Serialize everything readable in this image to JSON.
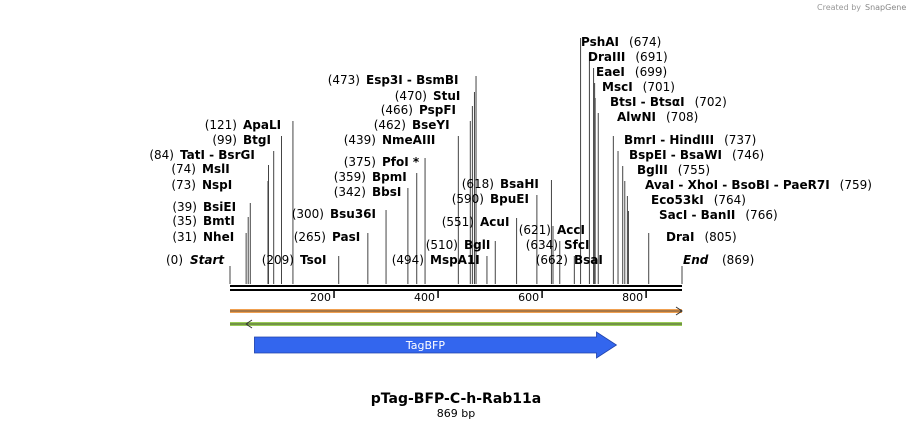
{
  "credit": {
    "text": "Created by",
    "brand": "SnapGene"
  },
  "plasmid": {
    "name": "pTag-BFP-C-h-Rab11a",
    "size": "869 bp",
    "length": 869
  },
  "ends": [
    {
      "pos": 0,
      "label": "Start",
      "pos_label": "(0)"
    },
    {
      "pos": 869,
      "label": "End",
      "pos_label": "(869)"
    }
  ],
  "ruler": {
    "ticks": [
      200,
      400,
      600,
      800
    ],
    "tick_labels": [
      "200",
      "400",
      "600",
      "800"
    ]
  },
  "features": [
    {
      "name": "TagBFP",
      "start": 47,
      "end": 743,
      "direction": "forward",
      "color": "#3366ee"
    }
  ],
  "primer_bars": [
    {
      "direction": "forward",
      "color": "#f0a050"
    },
    {
      "direction": "reverse",
      "color": "#99cc55"
    }
  ],
  "sites": [
    {
      "name": "NheI",
      "pos": 31,
      "pos_label": "(31)"
    },
    {
      "name": "BmtI",
      "pos": 35,
      "pos_label": "(35)"
    },
    {
      "name": "BsiEI",
      "pos": 39,
      "pos_label": "(39)"
    },
    {
      "name": "NspI",
      "pos": 73,
      "pos_label": "(73)"
    },
    {
      "name": "MslI",
      "pos": 74,
      "pos_label": "(74)"
    },
    {
      "name": "TatI - BsrGI",
      "pos": 84,
      "pos_label": "(84)"
    },
    {
      "name": "BtgI",
      "pos": 99,
      "pos_label": "(99)"
    },
    {
      "name": "ApaLI",
      "pos": 121,
      "pos_label": "(121)"
    },
    {
      "name": "TsoI",
      "pos": 209,
      "pos_label": "(209)"
    },
    {
      "name": "PasI",
      "pos": 265,
      "pos_label": "(265)"
    },
    {
      "name": "Bsu36I",
      "pos": 300,
      "pos_label": "(300)"
    },
    {
      "name": "BbsI",
      "pos": 342,
      "pos_label": "(342)"
    },
    {
      "name": "BpmI",
      "pos": 359,
      "pos_label": "(359)"
    },
    {
      "name": "PfoI *",
      "pos": 375,
      "pos_label": "(375)"
    },
    {
      "name": "NmeAIII",
      "pos": 439,
      "pos_label": "(439)"
    },
    {
      "name": "BseYI",
      "pos": 462,
      "pos_label": "(462)"
    },
    {
      "name": "PspFI",
      "pos": 466,
      "pos_label": "(466)"
    },
    {
      "name": "StuI",
      "pos": 470,
      "pos_label": "(470)"
    },
    {
      "name": "Esp3I - BsmBI",
      "pos": 473,
      "pos_label": "(473)"
    },
    {
      "name": "MspA1I",
      "pos": 494,
      "pos_label": "(494)"
    },
    {
      "name": "BglI",
      "pos": 510,
      "pos_label": "(510)"
    },
    {
      "name": "AcuI",
      "pos": 551,
      "pos_label": "(551)"
    },
    {
      "name": "BpuEI",
      "pos": 590,
      "pos_label": "(590)"
    },
    {
      "name": "BsaHI",
      "pos": 618,
      "pos_label": "(618)"
    },
    {
      "name": "AccI",
      "pos": 621,
      "pos_label": "(621)"
    },
    {
      "name": "SfcI",
      "pos": 634,
      "pos_label": "(634)"
    },
    {
      "name": "BsaI",
      "pos": 662,
      "pos_label": "(662)"
    },
    {
      "name": "PshAI",
      "pos": 674,
      "pos_label": "(674)"
    },
    {
      "name": "DraIII",
      "pos": 691,
      "pos_label": "(691)"
    },
    {
      "name": "EaeI",
      "pos": 699,
      "pos_label": "(699)"
    },
    {
      "name": "MscI",
      "pos": 701,
      "pos_label": "(701)"
    },
    {
      "name": "BtsI - BtsαI",
      "pos": 702,
      "pos_label": "(702)"
    },
    {
      "name": "AlwNI",
      "pos": 708,
      "pos_label": "(708)"
    },
    {
      "name": "BmrI - HindIII",
      "pos": 737,
      "pos_label": "(737)"
    },
    {
      "name": "BspEI - BsaWI",
      "pos": 746,
      "pos_label": "(746)"
    },
    {
      "name": "BglII",
      "pos": 755,
      "pos_label": "(755)"
    },
    {
      "name": "AvaI - XhoI - BsoBI - PaeR7I",
      "pos": 759,
      "pos_label": "(759)"
    },
    {
      "name": "Eco53kI",
      "pos": 764,
      "pos_label": "(764)"
    },
    {
      "name": "SacI - BanII",
      "pos": 766,
      "pos_label": "(766)"
    },
    {
      "name": "DraI",
      "pos": 805,
      "pos_label": "(805)"
    }
  ]
}
